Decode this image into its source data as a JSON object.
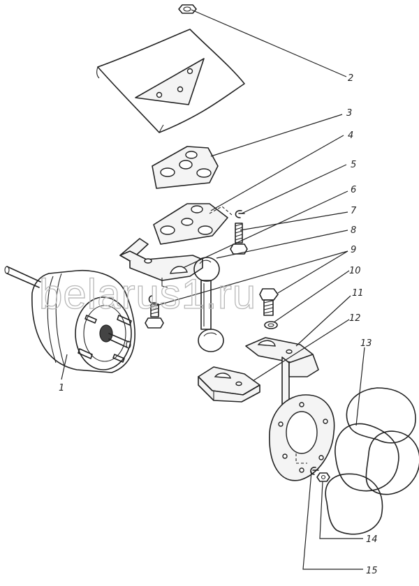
{
  "watermark": "belarus1.ru",
  "callouts": [
    {
      "id": "1",
      "label": "1"
    },
    {
      "id": "2",
      "label": "2"
    },
    {
      "id": "3",
      "label": "3"
    },
    {
      "id": "4",
      "label": "4"
    },
    {
      "id": "5",
      "label": "5"
    },
    {
      "id": "6",
      "label": "6"
    },
    {
      "id": "7",
      "label": "7"
    },
    {
      "id": "8",
      "label": "8"
    },
    {
      "id": "9",
      "label": "9"
    },
    {
      "id": "10",
      "label": "10"
    },
    {
      "id": "11",
      "label": "11"
    },
    {
      "id": "12",
      "label": "12"
    },
    {
      "id": "13",
      "label": "13"
    },
    {
      "id": "14",
      "label": "14"
    },
    {
      "id": "15",
      "label": "15"
    }
  ]
}
